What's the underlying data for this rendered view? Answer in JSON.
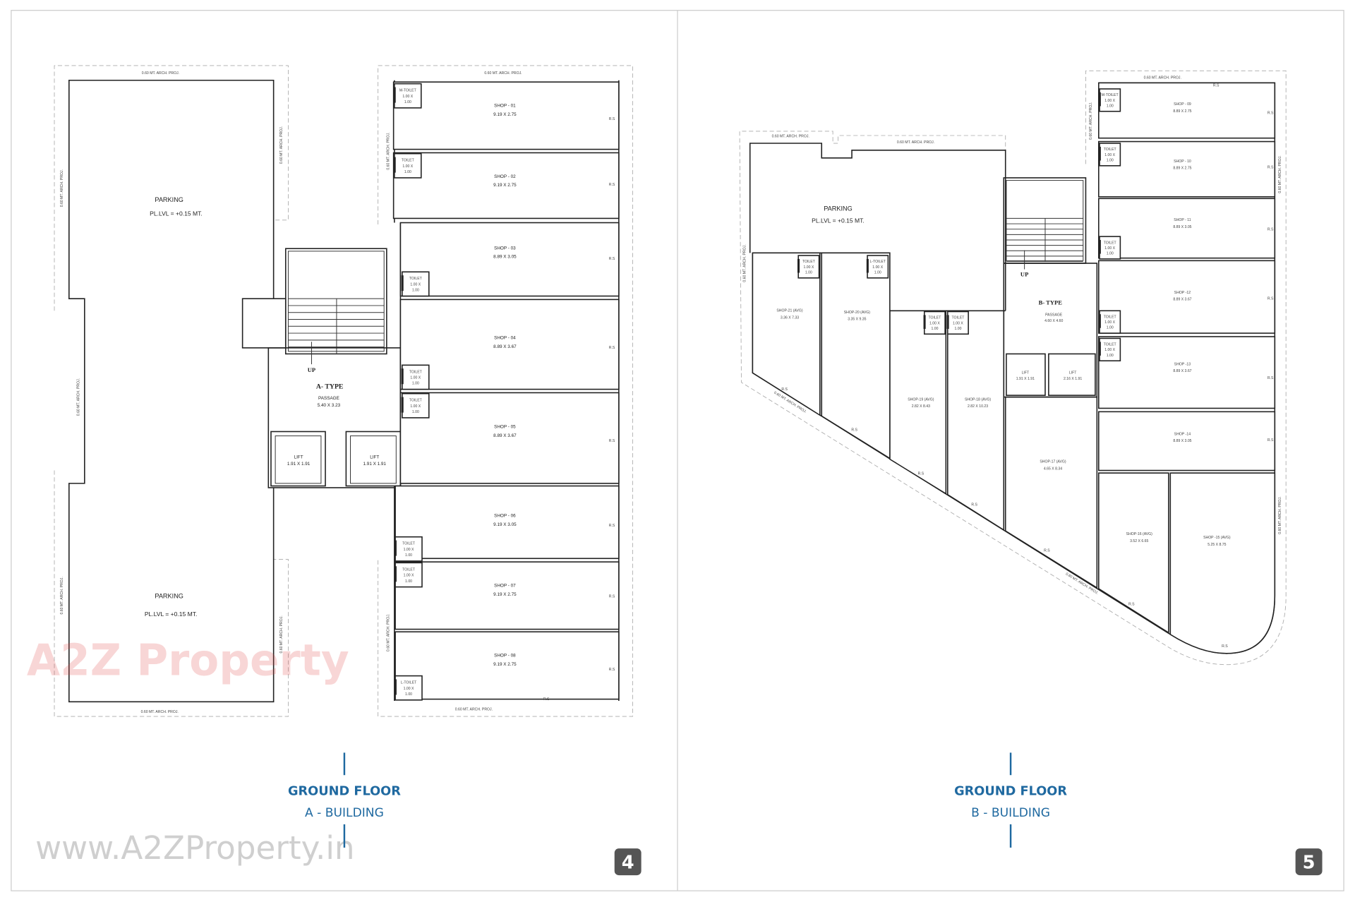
{
  "pages": [
    {
      "number": "4",
      "title": "GROUND FLOOR",
      "subtitle": "A - BUILDING",
      "plan": {
        "parking": [
          {
            "label": "PARKING",
            "level": "PL.LVL = +0.15 MT."
          },
          {
            "label": "PARKING",
            "level": "PL.LVL = +0.15 MT."
          }
        ],
        "core": {
          "type": "A- TYPE",
          "passage": "PASSAGE",
          "passage_size": "5.40 X 3.23",
          "up": "UP",
          "lifts": [
            {
              "label": "LIFT",
              "size": "1.91 X 1.91"
            },
            {
              "label": "LIFT",
              "size": "1.91 X 1.91"
            }
          ]
        },
        "shops": [
          {
            "name": "SHOP - 01",
            "size": "9.19 X 2.75"
          },
          {
            "name": "SHOP - 02",
            "size": "9.19 X 2.75"
          },
          {
            "name": "SHOP - 03",
            "size": "8.89 X 3.05"
          },
          {
            "name": "SHOP - 04",
            "size": "8.89 X 3.67"
          },
          {
            "name": "SHOP - 05",
            "size": "8.89 X 3.67"
          },
          {
            "name": "SHOP - 06",
            "size": "9.19 X 3.05"
          },
          {
            "name": "SHOP - 07",
            "size": "9.19 X 2.75"
          },
          {
            "name": "SHOP - 08",
            "size": "9.19 X 2.75"
          }
        ],
        "toilets": [
          {
            "name": "M-TOILET",
            "size1": "1.00 X",
            "size2": "1.00"
          },
          {
            "name": "TOILET",
            "size1": "1.00 X",
            "size2": "1.00"
          },
          {
            "name": "TOILET",
            "size1": "1.00 X",
            "size2": "1.00"
          },
          {
            "name": "TOILET",
            "size1": "1.00 X",
            "size2": "1.00"
          },
          {
            "name": "TOILET",
            "size1": "1.00 X",
            "size2": "1.00"
          },
          {
            "name": "TOILET",
            "size1": "1.00 X",
            "size2": "1.00"
          },
          {
            "name": "TOILET",
            "size1": "1.00 X",
            "size2": "1.00"
          },
          {
            "name": "L-TOILET",
            "size1": "1.00 X",
            "size2": "1.00"
          }
        ],
        "proj_label": "0.60 MT. ARCH. PROJ.",
        "rs_label": "R.S"
      }
    },
    {
      "number": "5",
      "title": "GROUND FLOOR",
      "subtitle": "B - BUILDING",
      "plan": {
        "parking": [
          {
            "label": "PARKING",
            "level": "PL.LVL = +0.15 MT."
          }
        ],
        "core": {
          "type": "B- TYPE",
          "passage": "PASSAGE",
          "passage_size": "4.60 X 4.60",
          "up": "UP",
          "lifts": [
            {
              "label": "LIFT",
              "size": "1.91 X 1.91"
            },
            {
              "label": "LIFT",
              "size": "2.16 X 1.91"
            }
          ]
        },
        "shops": [
          {
            "name": "SHOP - 09",
            "size": "8.89 X 2.75"
          },
          {
            "name": "SHOP - 10",
            "size": "8.89 X 2.75"
          },
          {
            "name": "SHOP - 11",
            "size": "8.89 X 3.05"
          },
          {
            "name": "SHOP -12",
            "size": "8.89 X 3.67"
          },
          {
            "name": "SHOP -13",
            "size": "8.89 X 3.67"
          },
          {
            "name": "SHOP -14",
            "size": "8.89 X 3.05"
          },
          {
            "name": "SHOP -15 (AVG)",
            "size": "5.25 X 8.75"
          },
          {
            "name": "SHOP-16 (AVG)",
            "size": "3.52 X 6.65"
          },
          {
            "name": "SHOP-17 (AVG)",
            "size": "4.65 X 8.34"
          },
          {
            "name": "SHOP-18 (AVG)",
            "size": "2.82 X 10.23"
          },
          {
            "name": "SHOP-19 (AVG)",
            "size": "2.82 X 8.43"
          },
          {
            "name": "SHOP-20 (AVG)",
            "size": "3.35 X 9.35"
          },
          {
            "name": "SHOP-21 (AVG)",
            "size": "3.36 X 7.33"
          }
        ],
        "toilets": [
          {
            "name": "M-TOILET",
            "size1": "1.00 X",
            "size2": "1.00"
          },
          {
            "name": "TOILET",
            "size1": "1.00 X",
            "size2": "1.00"
          },
          {
            "name": "TOILET",
            "size1": "1.00 X",
            "size2": "1.00"
          },
          {
            "name": "TOILET",
            "size1": "1.00 X",
            "size2": "1.00"
          },
          {
            "name": "TOILET",
            "size1": "1.00 X",
            "size2": "1.00"
          },
          {
            "name": "TOILET",
            "size1": "1.00 X",
            "size2": "1.00"
          },
          {
            "name": "L-TOILET",
            "size1": "1.00 X",
            "size2": "1.00"
          },
          {
            "name": "TOILET",
            "size1": "1.00 X",
            "size2": "1.00"
          },
          {
            "name": "TOILET",
            "size1": "1.00 X",
            "size2": "1.00"
          }
        ],
        "proj_label": "0.60 MT. ARCH. PROJ.",
        "rs_label": "R.S"
      }
    }
  ],
  "watermark": {
    "logo": "A2Z Property",
    "url": "www.A2ZProperty.in"
  },
  "colors": {
    "caption": "#1f69a0",
    "page_badge": "#555555"
  }
}
